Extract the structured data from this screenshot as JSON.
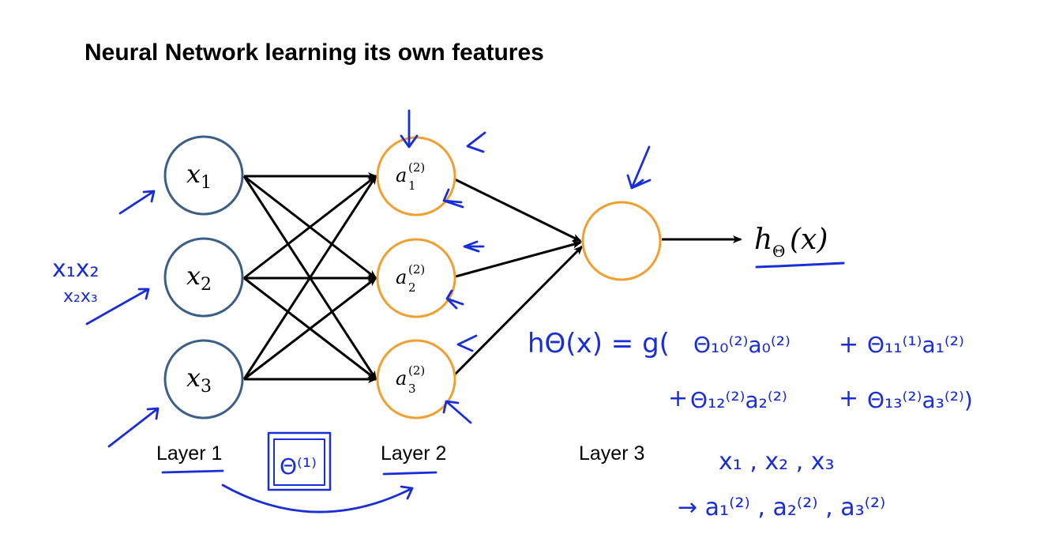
{
  "title": "Neural Network learning its own features",
  "layers": [
    {
      "label": "Layer 1"
    },
    {
      "label": "Layer 2"
    },
    {
      "label": "Layer 3"
    }
  ],
  "nodes": {
    "input": [
      {
        "var": "x",
        "sub": "1"
      },
      {
        "var": "x",
        "sub": "2"
      },
      {
        "var": "x",
        "sub": "3"
      }
    ],
    "hidden": [
      {
        "var": "a",
        "sup": "(2)",
        "sub": "1"
      },
      {
        "var": "a",
        "sup": "(2)",
        "sub": "2"
      },
      {
        "var": "a",
        "sup": "(2)",
        "sub": "3"
      }
    ]
  },
  "output": {
    "h": "h",
    "theta": "Θ",
    "arg": "(x)"
  },
  "annotations": {
    "side_note_line1": "x₁x₂",
    "side_note_line2": "x₂x₃",
    "equation_lhs": "hΘ(x) = g(",
    "term1": "Θ₁₀⁽²⁾a₀⁽²⁾",
    "plus1": "+",
    "term2": "Θ₁₁⁽¹⁾a₁⁽²⁾",
    "plus2": "+",
    "term3": "Θ₁₂⁽²⁾a₂⁽²⁾",
    "plus3": "+",
    "term4": "Θ₁₃⁽²⁾a₃⁽²⁾)",
    "boxed_theta": "Θ⁽¹⁾",
    "inputs_note": "x₁ , x₂ , x₃",
    "hidden_note": "→ a₁⁽²⁾ , a₂⁽²⁾ , a₃⁽²⁾"
  },
  "colors": {
    "input_node": "#3b5f86",
    "hidden_node": "#f0a030",
    "edge": "#000000",
    "ink_blue": "#1a2ed8",
    "ink_magenta": "#e0208a"
  }
}
